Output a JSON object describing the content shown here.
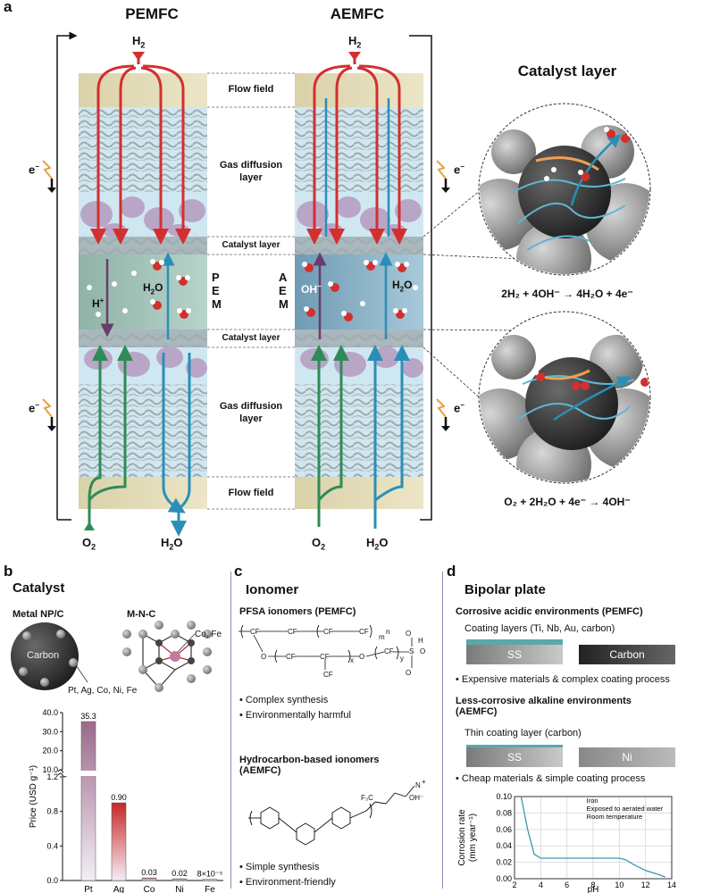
{
  "panel_a": {
    "letter": "a",
    "title_left": "PEMFC",
    "title_right": "AEMFC",
    "h2_in_left": "H",
    "h2_in_right": "H",
    "sub2": "2",
    "labels": {
      "flow_field": "Flow field",
      "gdl_line1": "Gas diffusion",
      "gdl_line2": "layer",
      "catalyst_layer": "Catalyst layer"
    },
    "pem_letters": [
      "P",
      "E",
      "M"
    ],
    "aem_letters": [
      "A",
      "E",
      "M"
    ],
    "hplus": "H",
    "hplus_sup": "+",
    "ohminus": "OH",
    "ohminus_sup": "−",
    "h2o_h": "H",
    "h2o_o": "O",
    "electron": "e",
    "electron_sup": "−",
    "bottom_left_o2": "O",
    "bottom_left_h2o_h": "H",
    "bottom_left_h2o_o": "O",
    "catalyst_title": "Catalyst layer",
    "eq_top": "2H₂ + 4OH⁻ → 4H₂O + 4e⁻",
    "eq_bottom": "O₂ + 2H₂O + 4e⁻ → 4OH⁻"
  },
  "panel_b": {
    "letter": "b",
    "title": "Catalyst",
    "metal_np": "Metal NP/C",
    "mnc": "M-N-C",
    "carbon": "Carbon",
    "metals": "Pt, Ag, Co, Ni, Fe",
    "co_fe": "Co, Fe",
    "ylabel": "Price (USD g⁻¹)"
  },
  "chart_data": {
    "type": "bar",
    "categories": [
      "Pt",
      "Ag",
      "Co",
      "Ni",
      "Fe"
    ],
    "values": [
      35.3,
      0.9,
      0.03,
      0.02,
      8e-05
    ],
    "data_labels": [
      "35.3",
      "0.90",
      "0.03",
      "0.02",
      "8×10⁻⁵"
    ],
    "ylabel": "Price (USD g⁻¹)",
    "y_ticks_upper": [
      "40.0",
      "30.0",
      "20.0",
      "10.0"
    ],
    "y_ticks_lower": [
      "1.2",
      "0.8",
      "0.4",
      "0.0"
    ],
    "broken_axis": true,
    "colors": [
      "#9b6a8c",
      "#c62828",
      "#8e5a7a",
      "#8e5a7a",
      "#cccccc"
    ]
  },
  "panel_c": {
    "letter": "c",
    "title": "Ionomer",
    "pfsa": "PFSA ionomers (PEMFC)",
    "bullets_pfsa": [
      "Complex synthesis",
      "Environmentally harmful"
    ],
    "hydrocarbon_line1": "Hydrocarbon-based ionomers",
    "hydrocarbon_line2": "(AEMFC)",
    "bullets_hc": [
      "Simple synthesis",
      "Environment-friendly"
    ]
  },
  "panel_d": {
    "letter": "d",
    "title": "Bipolar plate",
    "corrosive": "Corrosive acidic environments (PEMFC)",
    "coating": "Coating layers (Ti, Nb, Au, carbon)",
    "ss": "SS",
    "carbon": "Carbon",
    "bullet1": "Expensive materials & complex coating process",
    "less_line1": "Less-corrosive alkaline environments",
    "less_line2": "(AEMFC)",
    "thin": "Thin coating layer (carbon)",
    "ni": "Ni",
    "bullet2": "Cheap materials & simple coating process",
    "ylabel_line1": "Corrosion rate",
    "ylabel_line2": "(mm year⁻¹)",
    "xlabel": "pH",
    "legend_lines": [
      "Iron",
      "Exposed to aerated water",
      "Room temperature"
    ],
    "x_ticks": [
      "2",
      "4",
      "6",
      "8",
      "10",
      "12",
      "14"
    ],
    "y_ticks": [
      "0.10",
      "0.08",
      "0.06",
      "0.04",
      "0.02",
      "0.00"
    ]
  }
}
